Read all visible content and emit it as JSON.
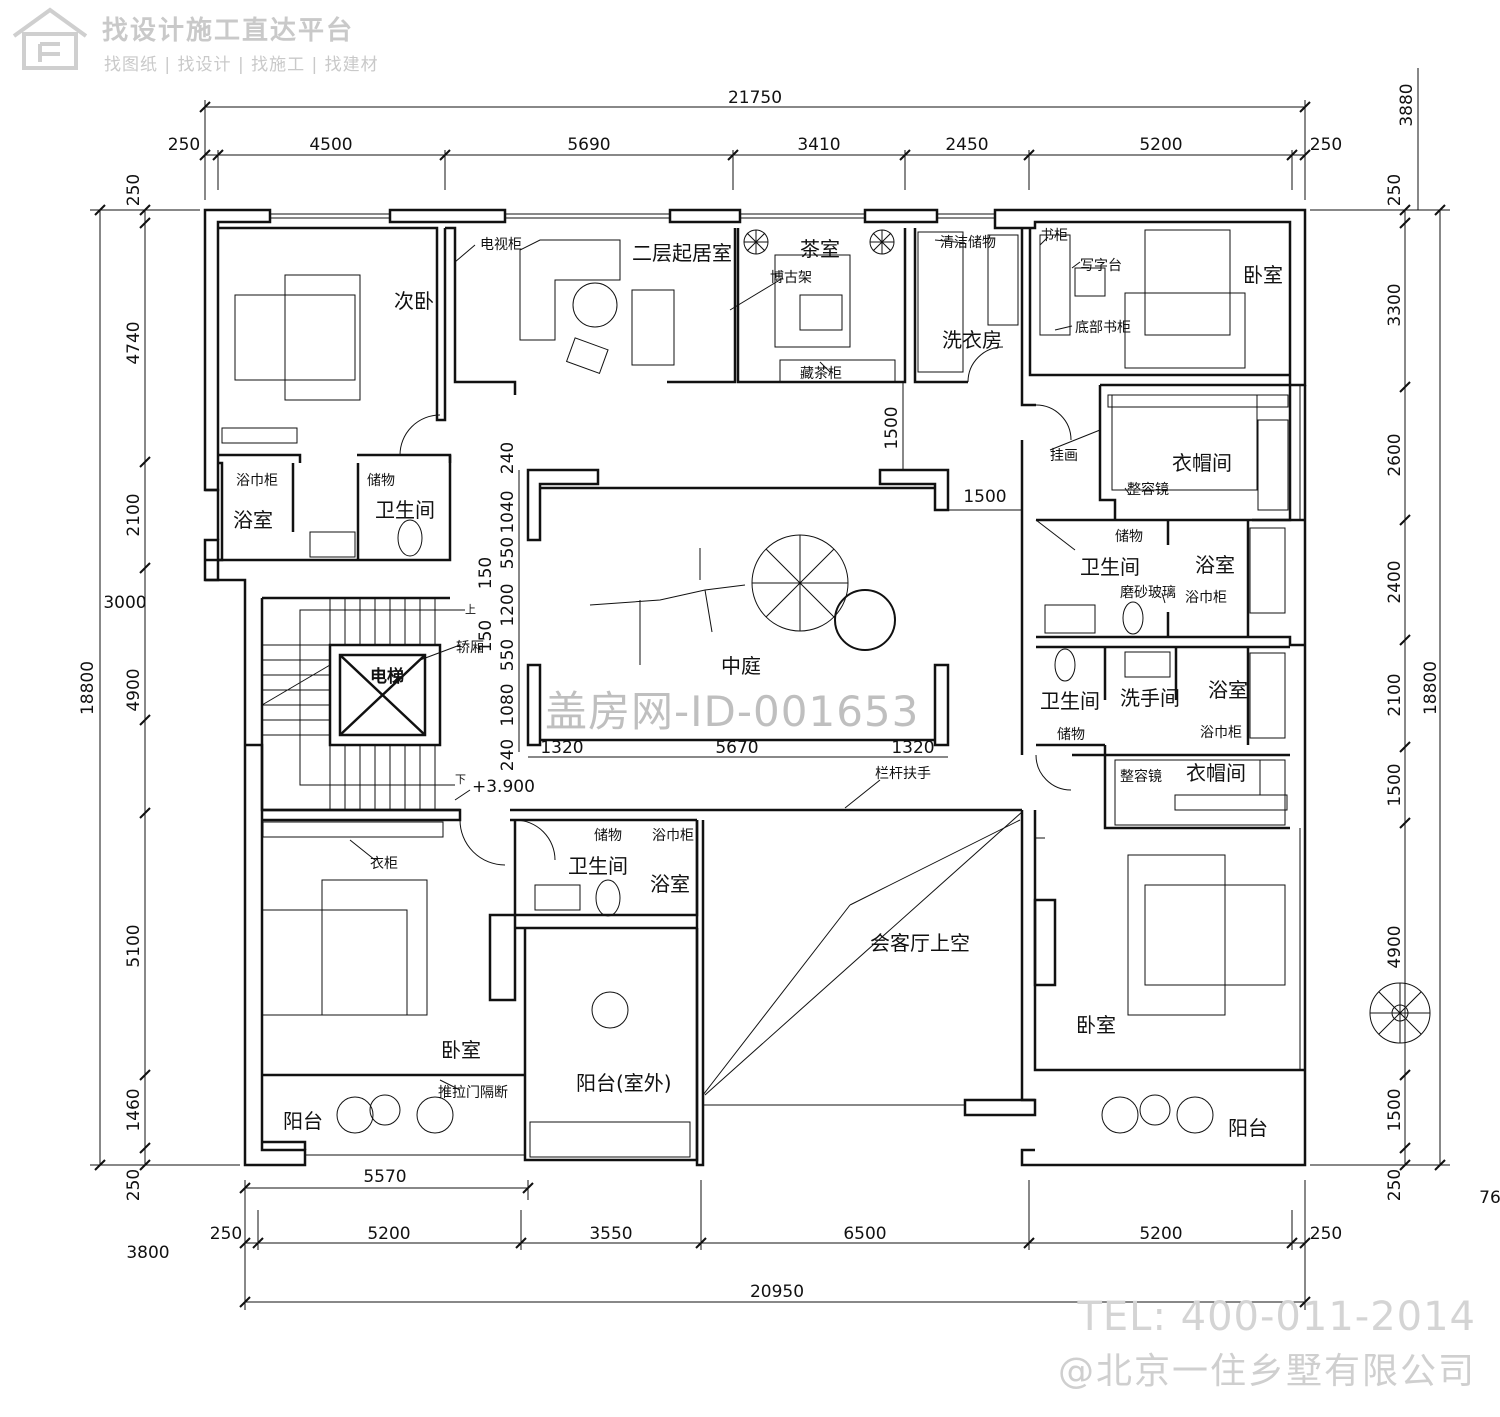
{
  "brand": {
    "title": "找设计施工直达平台",
    "subtitle": "找图纸 | 找设计 | 找施工 | 找建材"
  },
  "watermark": "盖房网-ID-001653",
  "footer": {
    "tel": "TEL: 400-011-2014",
    "copyright": "@北京一住乡墅有限公司"
  },
  "dims_top": {
    "overall": "21750",
    "overall_right": "3880",
    "seg": [
      "250",
      "4500",
      "5690",
      "3410",
      "2450",
      "5200",
      "250"
    ]
  },
  "dims_bottom": {
    "overall": "20950",
    "left_offset": "3800",
    "balcony": "5570",
    "right_tag": "76",
    "seg": [
      "250",
      "5200",
      "3550",
      "6500",
      "5200",
      "250"
    ]
  },
  "dims_left": {
    "overall": "18800",
    "seg": [
      "250",
      "4740",
      "2100",
      "3000",
      "4900",
      "5100",
      "1460",
      "250"
    ]
  },
  "dims_right": {
    "overall": "18800",
    "seg": [
      "250",
      "3300",
      "2600",
      "2400",
      "2100",
      "1500",
      "4900",
      "1500",
      "250"
    ]
  },
  "dims_court": {
    "vertical": [
      "240",
      "1040",
      "550",
      "150",
      "1200",
      "150",
      "550",
      "1080",
      "240"
    ],
    "horizontal": [
      "1320",
      "5670",
      "1320"
    ],
    "gap_top": "1500",
    "gap_right": "1500"
  },
  "rooms": {
    "second_bedroom": "次卧",
    "living": "二层起居室",
    "tea_room": "茶室",
    "laundry": "洗衣房",
    "bedroom_ne": "卧室",
    "cloakroom_ne": "衣帽间",
    "bath_nw": "浴室",
    "wc_nw": "卫生间",
    "courtyard": "中庭",
    "wc_e1": "卫生间",
    "bath_e1": "浴室",
    "wc_e2": "卫生间",
    "washroom": "洗手间",
    "bath_e2": "浴室",
    "cloakroom_se": "衣帽间",
    "wc_s": "卫生间",
    "bath_s": "浴室",
    "void": "会客厅上空",
    "bedroom_sw": "卧室",
    "bedroom_se": "卧室",
    "balcony_outdoor": "阳台(室外)",
    "balcony_sw": "阳台",
    "balcony_se": "阳台"
  },
  "labels": {
    "tv_cabinet": "电视柜",
    "curio_shelf": "博古架",
    "tea_cabinet": "藏茶柜",
    "cleaning_storage": "清洁储物",
    "bookcase": "书柜",
    "desk": "写字台",
    "bottom_bookcase": "底部书柜",
    "hanging": "挂画",
    "mirror_ne": "整容镜",
    "towel_cabinet_nw": "浴巾柜",
    "storage_nw": "储物",
    "storage_e1": "储物",
    "frosted_glass": "磨砂玻璃",
    "towel_cabinet_e1": "浴巾柜",
    "storage_e2": "储物",
    "towel_cabinet_e2": "浴巾柜",
    "mirror_se": "整容镜",
    "storage_s": "储物",
    "towel_cabinet_s": "浴巾柜",
    "wardrobe": "衣柜",
    "sliding_door": "推拉门隔断",
    "railing": "栏杆扶手",
    "elevator": "电梯",
    "car": "轿厢",
    "stair_up": "上",
    "stair_down": "下",
    "elevation": "+3.900"
  }
}
